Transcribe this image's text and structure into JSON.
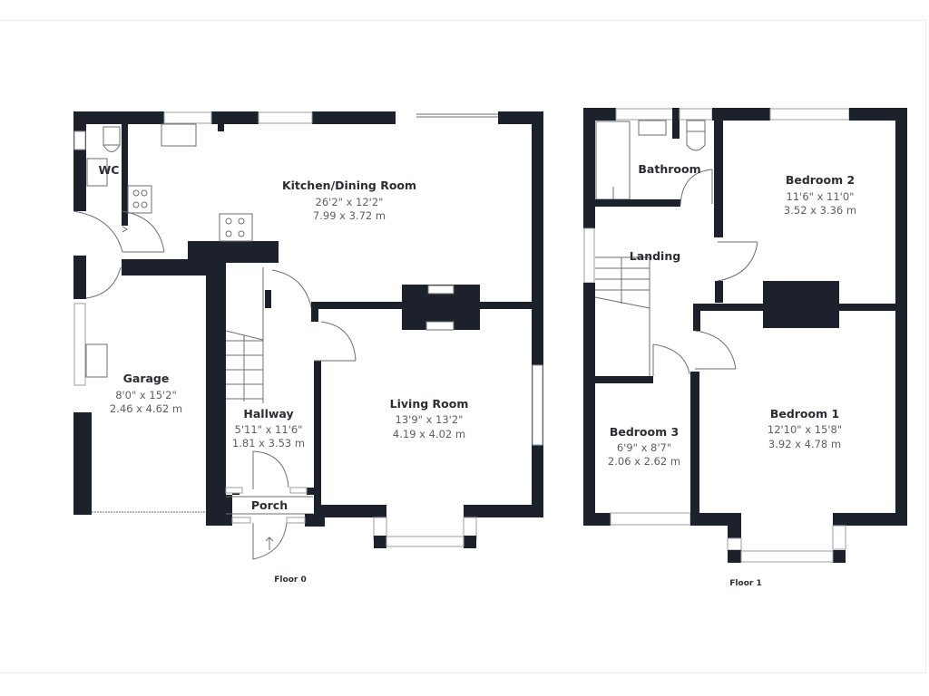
{
  "floors": [
    {
      "label": "Floor 0",
      "rooms": [
        {
          "name": "Kitchen/Dining Room",
          "imperial": "26'2\" x 12'2\"",
          "metric": "7.99 x 3.72 m"
        },
        {
          "name": "WC"
        },
        {
          "name": "Garage",
          "imperial": "8'0\" x 15'2\"",
          "metric": "2.46 x 4.62 m"
        },
        {
          "name": "Hallway",
          "imperial": "5'11\" x 11'6\"",
          "metric": "1.81 x 3.53 m"
        },
        {
          "name": "Living Room",
          "imperial": "13'9\" x 13'2\"",
          "metric": "4.19 x 4.02 m"
        },
        {
          "name": "Porch"
        }
      ]
    },
    {
      "label": "Floor 1",
      "rooms": [
        {
          "name": "Bathroom"
        },
        {
          "name": "Bedroom 2",
          "imperial": "11'6\" x 11'0\"",
          "metric": "3.52 x 3.36 m"
        },
        {
          "name": "Landing"
        },
        {
          "name": "Bedroom 3",
          "imperial": "6'9\" x 8'7\"",
          "metric": "2.06 x 2.62 m"
        },
        {
          "name": "Bedroom 1",
          "imperial": "12'10\" x 15'8\"",
          "metric": "3.92 x 4.78 m"
        }
      ]
    }
  ],
  "colors": {
    "wall": "#1c212b",
    "text": "#2a2d33",
    "dim_text": "#5c5f66",
    "background": "#ffffff"
  }
}
